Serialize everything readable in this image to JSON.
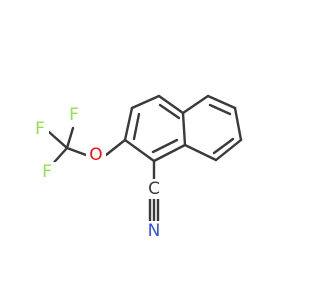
{
  "molecule": {
    "atoms": {
      "F1": "F",
      "F2": "F",
      "F3": "F",
      "C": "C",
      "O": "O",
      "N": "N"
    },
    "colors": {
      "bond": "#3a3a3a",
      "carbon": "#3a3a3a",
      "oxygen": "#ff0d0d",
      "fluorine": "#90e050",
      "nitrogen": "#3050f8"
    }
  }
}
